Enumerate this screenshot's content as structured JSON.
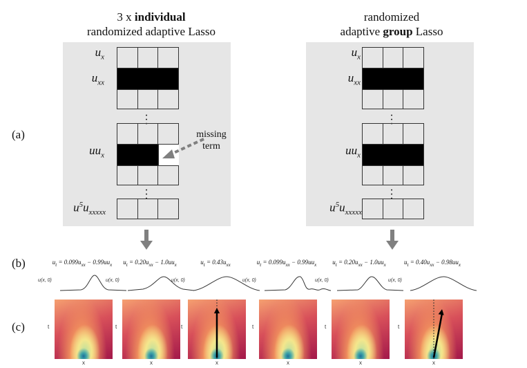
{
  "left_title": {
    "line1_prefix": "3 x ",
    "line1_bold": "individual",
    "line2": "randomized adaptive Lasso"
  },
  "right_title": {
    "line1": "randomized",
    "line2_prefix": "adaptive ",
    "line2_bold": "group",
    "line2_suffix": " Lasso"
  },
  "panel_labels": {
    "a": "(a)",
    "b": "(b)",
    "c": "(c)"
  },
  "row_labels": {
    "ux": {
      "base": "u",
      "sub": "x"
    },
    "uxx": {
      "base": "u",
      "sub": "xx"
    },
    "uux": {
      "base": "uu",
      "sub": "x"
    },
    "u5": {
      "base": "u",
      "sup": "5",
      "base2": "u",
      "sub": "xxxxx"
    }
  },
  "missing_label": {
    "line1": "missing",
    "line2": "term"
  },
  "left_equations": [
    {
      "lhs": "u",
      "lhs_sub": "t",
      "rhs": " = 0.099u",
      "s1": "xx",
      "mid": " − 0.99uu",
      "s2": "x"
    },
    {
      "lhs": "u",
      "lhs_sub": "t",
      "rhs": " = 0.20u",
      "s1": "xx",
      "mid": " − 1.0uu",
      "s2": "x"
    },
    {
      "lhs": "u",
      "lhs_sub": "t",
      "rhs": " = 0.43u",
      "s1": "xx",
      "mid": "",
      "s2": ""
    }
  ],
  "right_equations": [
    {
      "lhs": "u",
      "lhs_sub": "t",
      "rhs": " = 0.099u",
      "s1": "xx",
      "mid": " − 0.99uu",
      "s2": "x"
    },
    {
      "lhs": "u",
      "lhs_sub": "t",
      "rhs": " = 0.20u",
      "s1": "xx",
      "mid": " − 1.0uu",
      "s2": "x"
    },
    {
      "lhs": "u",
      "lhs_sub": "t",
      "rhs": " = 0.40u",
      "s1": "xx",
      "mid": " − 0.98uu",
      "s2": "x"
    }
  ],
  "u_profile_label": "u(x, 0)",
  "axis_x": "x",
  "axis_t": "t",
  "colors": {
    "panel_bg": "#e6e6e6",
    "arrow_gray": "#808080",
    "filled": "#000000"
  }
}
